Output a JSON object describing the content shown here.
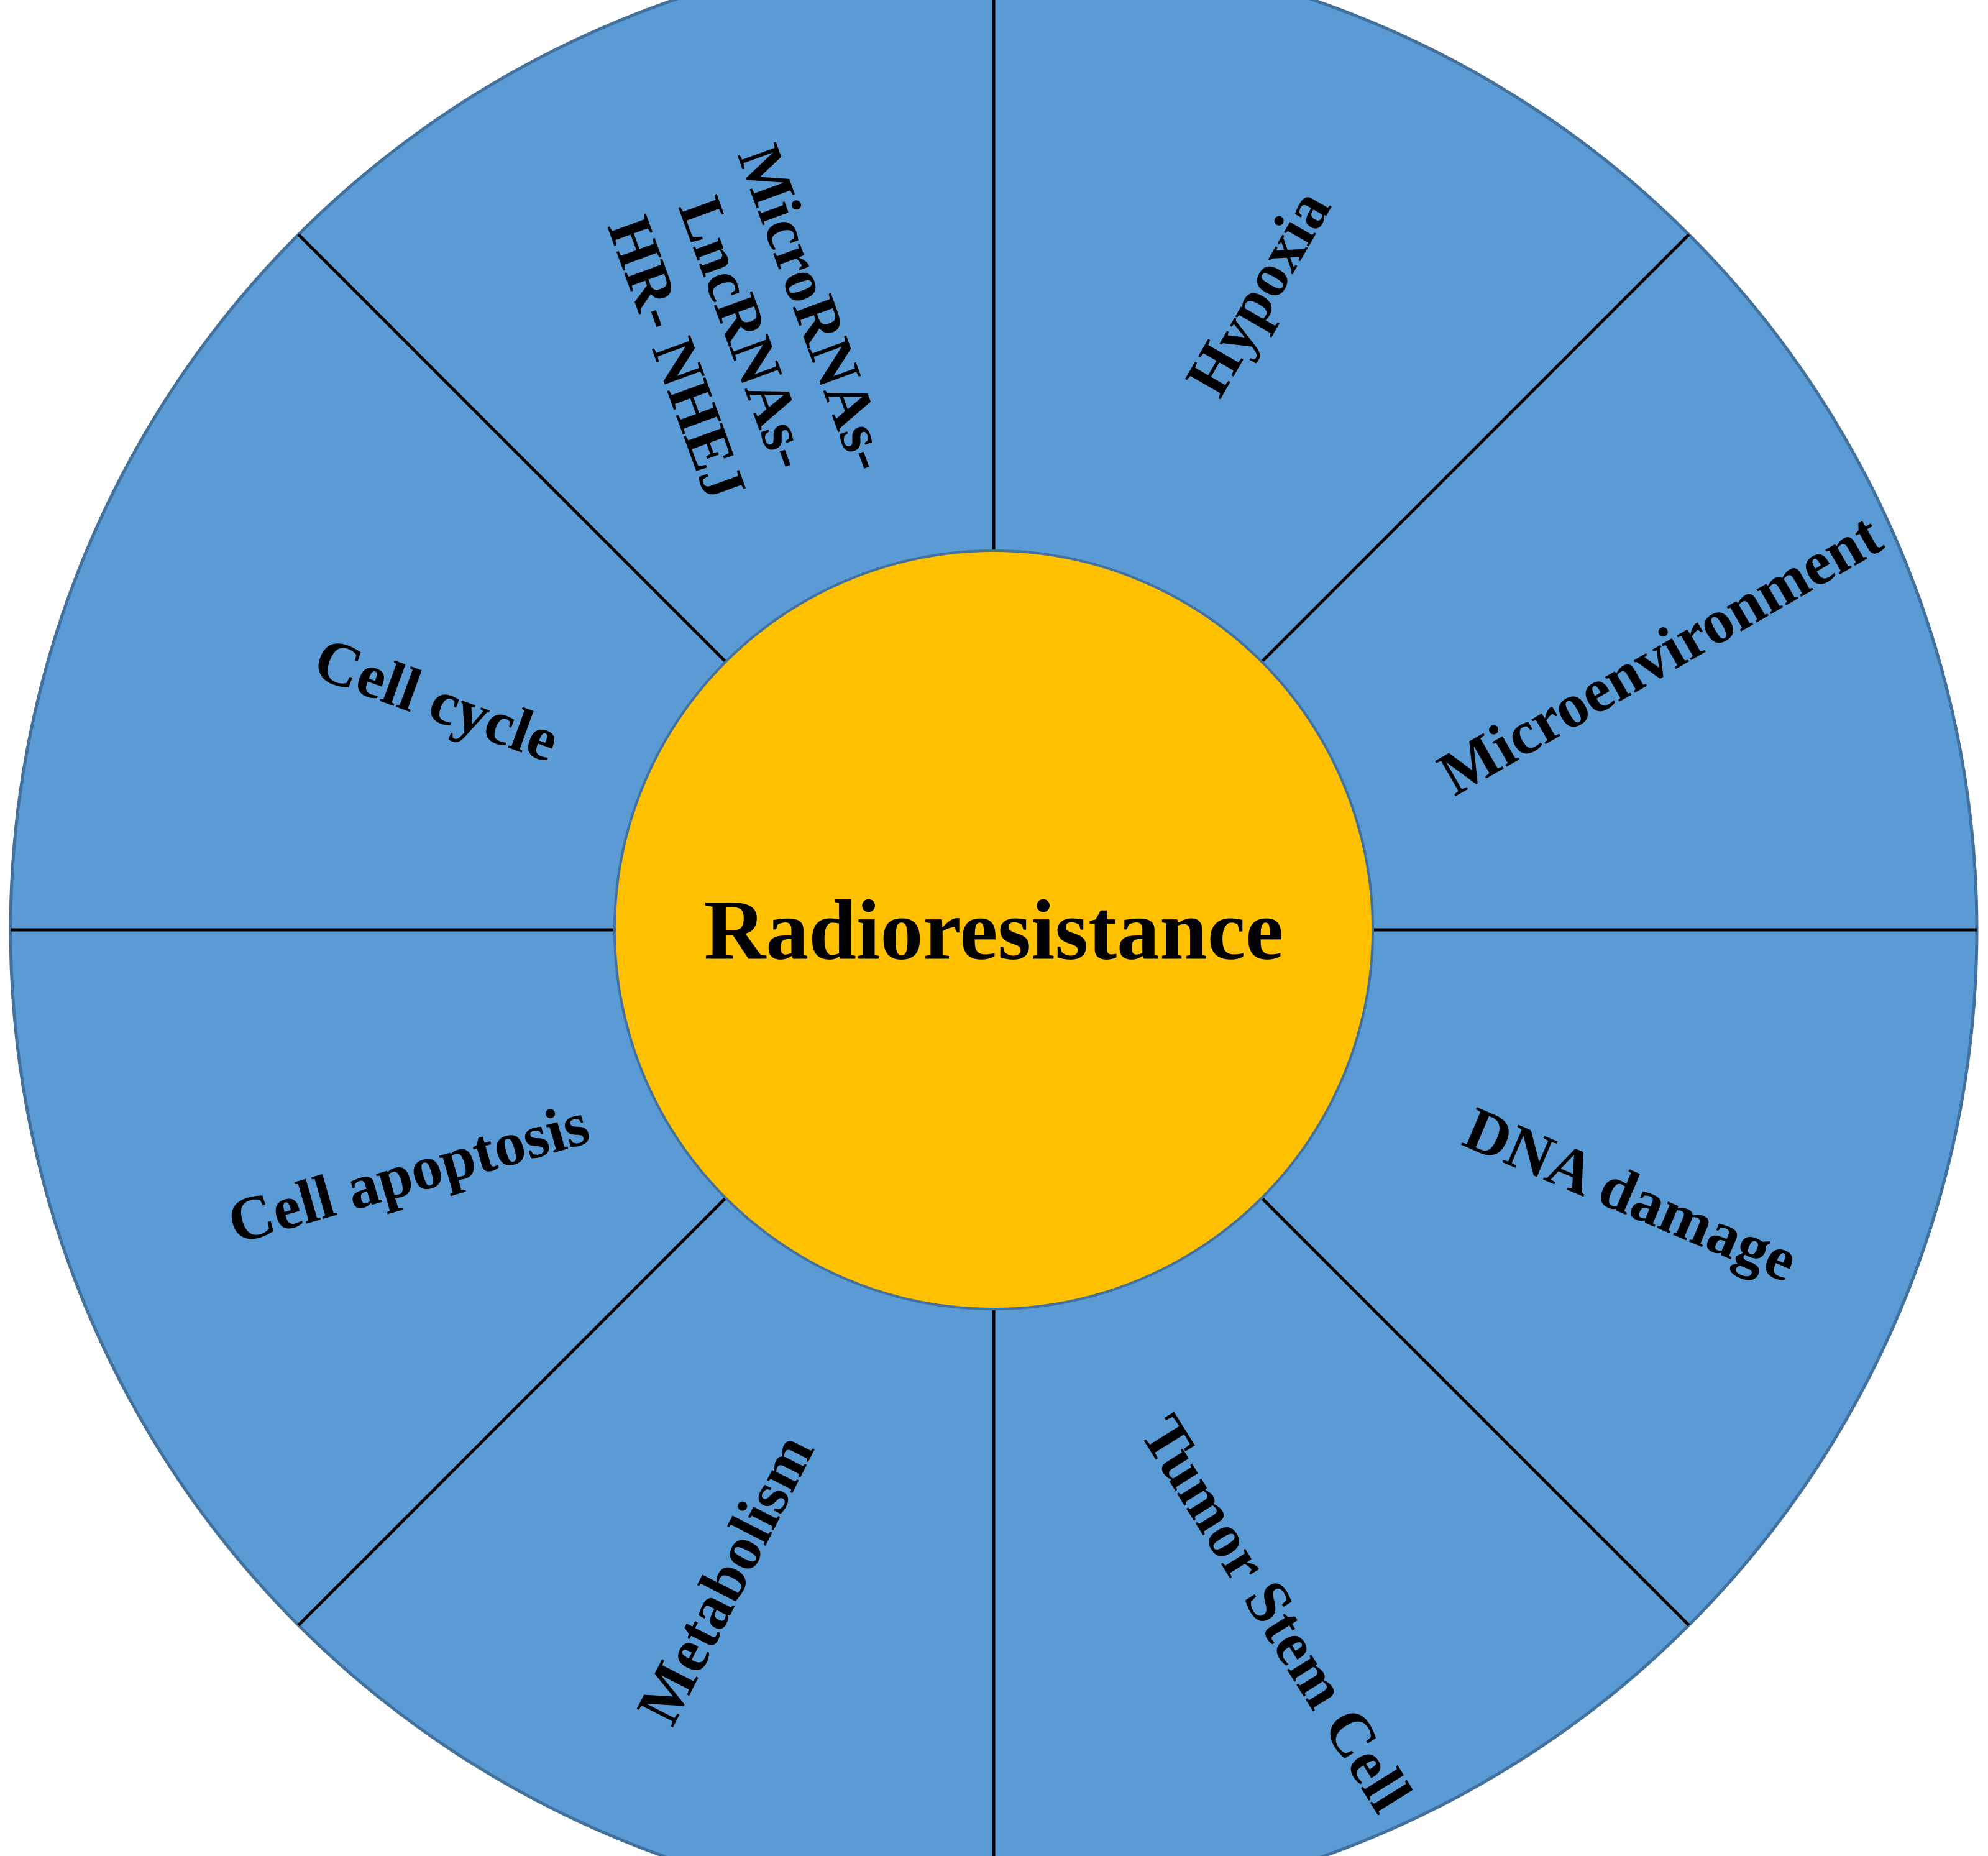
{
  "colors": {
    "wheel_fill": "#5B9BD5",
    "wheel_stroke": "#41719C",
    "hub_fill": "#FFC000",
    "divider": "#000000",
    "text": "#000000"
  },
  "hub": {
    "label": "Radioresistance"
  },
  "segments": [
    {
      "id": "hypoxia",
      "lines": [
        "Hypoxia"
      ]
    },
    {
      "id": "microenvironment",
      "lines": [
        "Microenvironment"
      ]
    },
    {
      "id": "dna-damage",
      "lines": [
        "DNA damage"
      ]
    },
    {
      "id": "tumor-stem-cell",
      "lines": [
        "Tumor Stem Cell"
      ]
    },
    {
      "id": "metabolism",
      "lines": [
        "Metabolism"
      ]
    },
    {
      "id": "cell-apoptosis",
      "lines": [
        "Cell apoptosis"
      ]
    },
    {
      "id": "cell-cycle",
      "lines": [
        "Cell cycle"
      ]
    },
    {
      "id": "dna-repair",
      "lines": [
        "MicroRNAs-",
        "LncRNAs-",
        "HR-  NHEJ"
      ]
    }
  ]
}
